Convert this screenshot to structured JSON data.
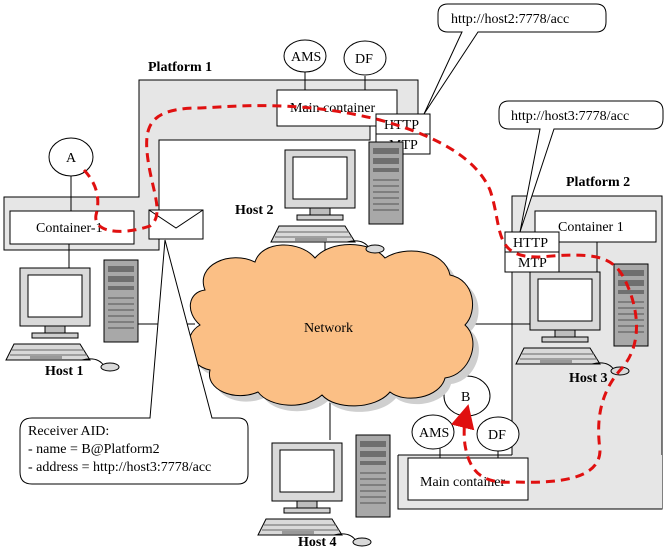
{
  "platforms": {
    "platform1_label": "Platform 1",
    "platform2_label": "Platform 2"
  },
  "containers": {
    "p1_main": "Main container",
    "p1_container1": "Container-1",
    "p2_container1": "Container 1",
    "p2_main": "Main container"
  },
  "mtp": {
    "http": "HTTP",
    "mtp": "MTP"
  },
  "agents": {
    "ams": "AMS",
    "df": "DF",
    "a": "A",
    "b": "B"
  },
  "hosts": {
    "host1": "Host 1",
    "host2": "Host 2",
    "host3": "Host 3",
    "host4": "Host 4"
  },
  "network_label": "Network",
  "callouts": {
    "url_host2": "http://host2:7778/acc",
    "url_host3": "http://host3:7778/acc",
    "receiver_title": "Receiver AID:",
    "receiver_name": "- name = B@Platform2",
    "receiver_address": "- address = http://host3:7778/acc"
  },
  "colors": {
    "platform_fill": "#e6e6e6",
    "cloud_fill": "#fbbf85",
    "message_path": "#e01010",
    "cloud_shadow": "#cfcfcf"
  }
}
